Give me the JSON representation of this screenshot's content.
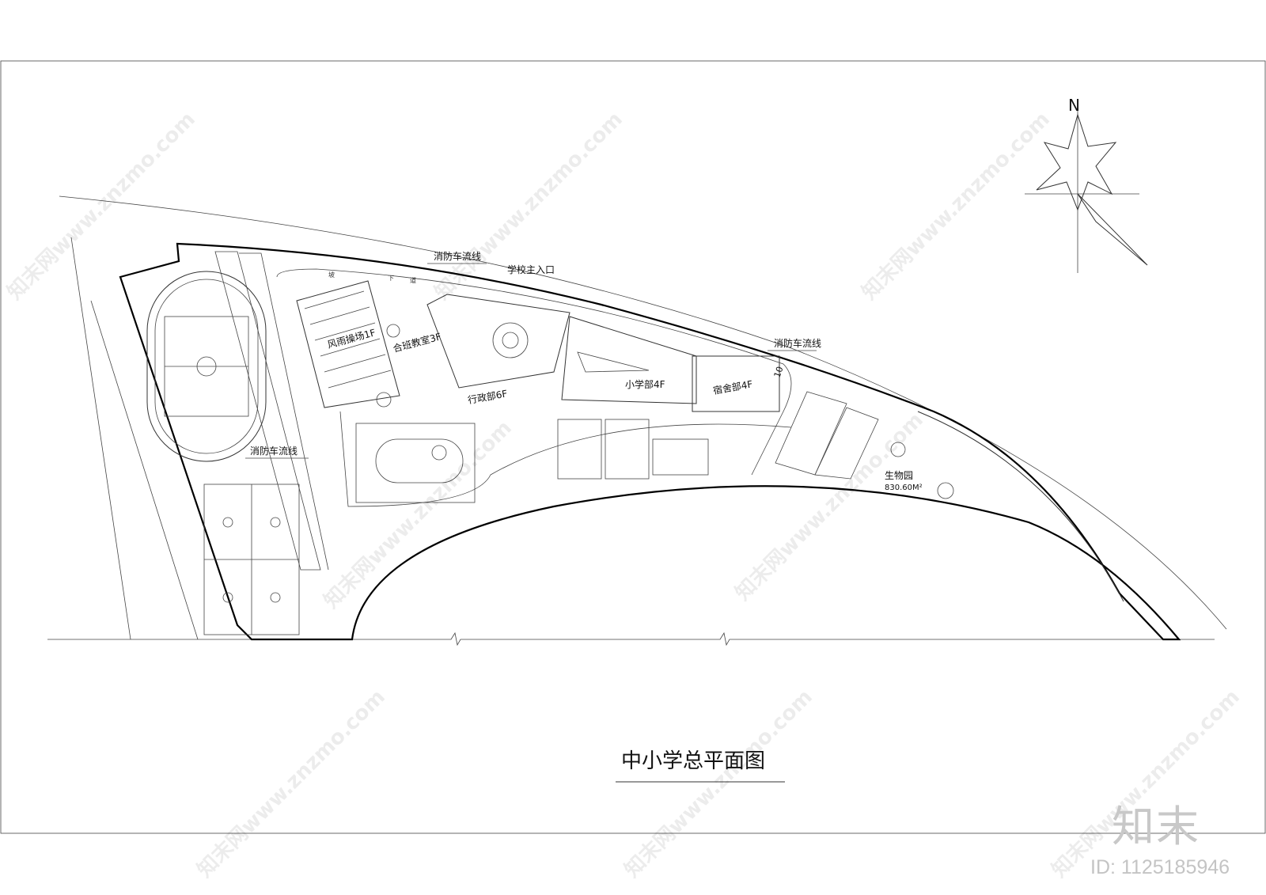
{
  "drawing": {
    "title": "中小学总平面图",
    "north_label": "N",
    "labels": {
      "fire_route_top": "消防车流线",
      "fire_route_right": "消防车流线",
      "fire_route_left": "消防车流线",
      "main_entrance": "学校主入口",
      "gym": "风雨操场1F",
      "joint_classroom": "合班教室3F",
      "admin": "行政部6F",
      "primary": "小学部4F",
      "dorm": "宿舍部4F",
      "bio_garden": "生物园",
      "bio_area": "830.60M²",
      "dimension": "10",
      "ramp_1": "坡",
      "ramp_2": "下",
      "ramp_3": "道"
    }
  },
  "watermark": {
    "text": "知末网www.znzmo.com",
    "logo": "知末",
    "id": "ID: 1125185946"
  },
  "colors": {
    "line": "#000000",
    "background": "#ffffff"
  }
}
